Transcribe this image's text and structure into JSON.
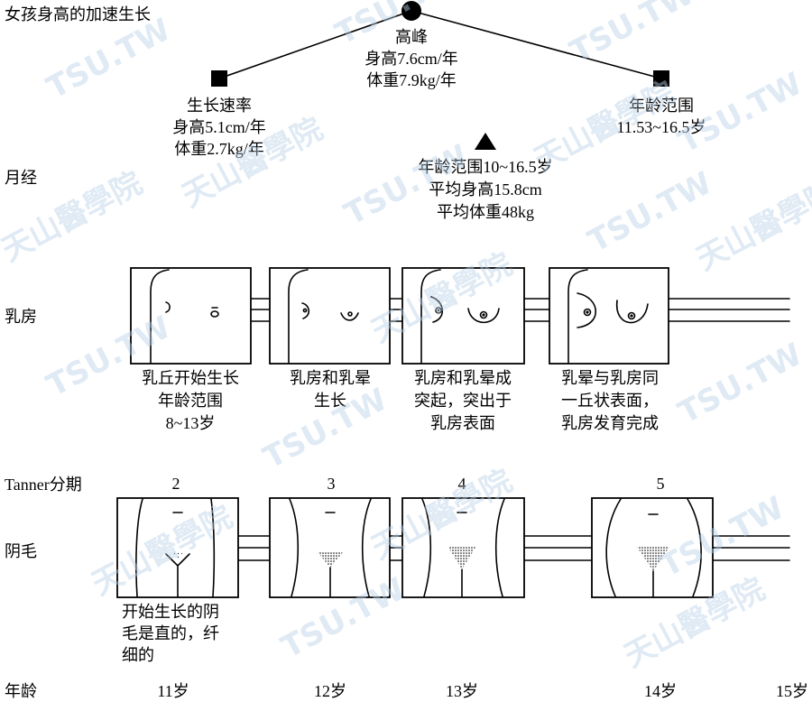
{
  "title": "女孩身高的加速生长",
  "height_growth": {
    "peak": [
      "高峰",
      "身高7.6cm/年",
      "体重7.9kg/年"
    ],
    "growth_rate": [
      "生长速率",
      "身高5.1cm/年",
      "体重2.7kg/年"
    ],
    "age_range": [
      "年龄范围",
      "11.53~16.5岁"
    ]
  },
  "menarche": [
    "年龄范围10~16.5岁",
    "平均身高15.8cm",
    "平均体重48kg"
  ],
  "row_labels": {
    "menarche": "月经",
    "breast": "乳房",
    "tanner": "Tanner分期",
    "pubic": "阴毛",
    "age": "年龄"
  },
  "breast_stages": [
    [
      "乳丘开始生长",
      "年龄范围",
      "8~13岁"
    ],
    [
      "乳房和乳晕",
      "生长"
    ],
    [
      "乳房和乳晕成",
      "突起，突出于",
      "乳房表面"
    ],
    [
      "乳晕与乳房同",
      "一丘状表面，",
      "乳房发育完成"
    ]
  ],
  "tanner_stages": [
    "2",
    "3",
    "4",
    "5"
  ],
  "pubic_hair_note": [
    "开始生长的阴",
    "毛是直的，纤",
    "细的"
  ],
  "ages": [
    "11岁",
    "12岁",
    "13岁",
    "14岁",
    "15岁"
  ],
  "watermark": [
    "TSU.TW",
    "天山醫學院"
  ],
  "colors": {
    "ink": "#000000",
    "watermark": "#b9d2e8"
  }
}
